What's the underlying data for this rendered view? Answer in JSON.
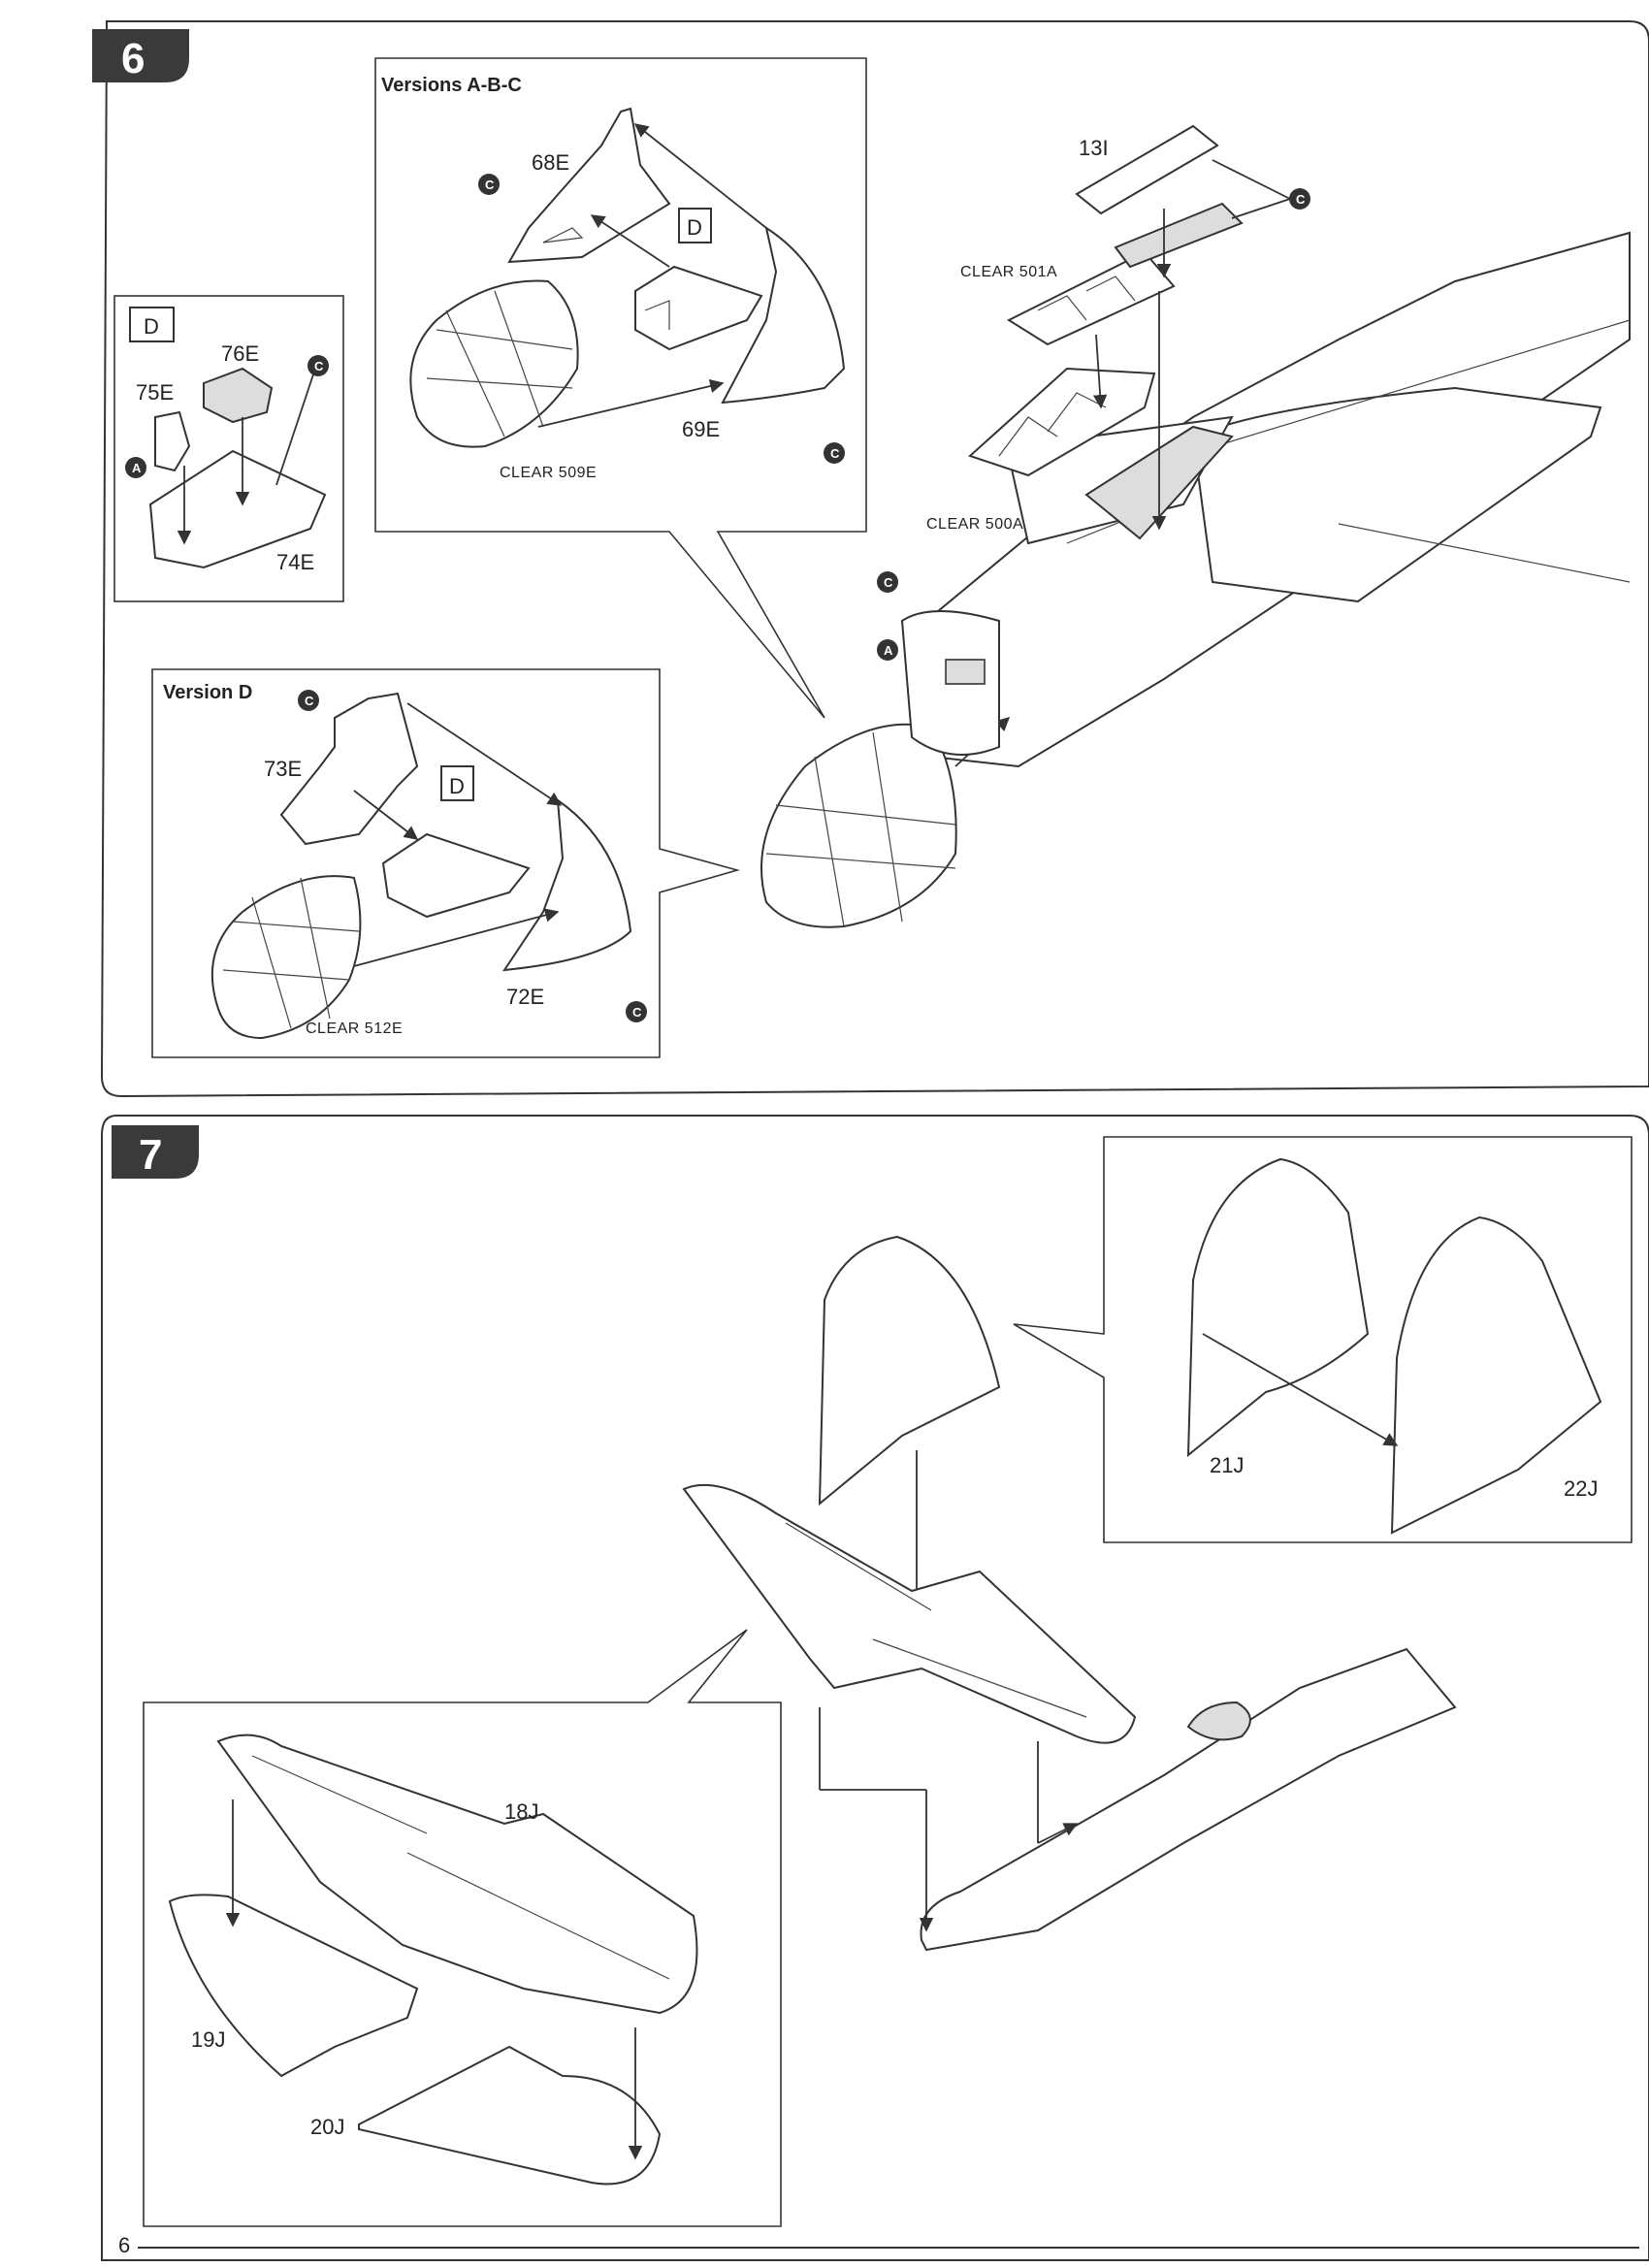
{
  "page_number": "6",
  "steps": [
    {
      "number": "6",
      "insets": [
        {
          "title": "Versions A-B-C",
          "box_letter": "D"
        },
        {
          "title": "Version D",
          "box_letter": "D"
        },
        {
          "title": "",
          "box_letter": "D"
        }
      ],
      "parts": {
        "p68": "68E",
        "p69": "69E",
        "p509": "CLEAR 509E",
        "p73": "73E",
        "p72": "72E",
        "p512": "CLEAR 512E",
        "p76": "76E",
        "p75": "75E",
        "p74": "74E",
        "p13": "13I",
        "p501": "CLEAR 501A",
        "p500": "CLEAR 500A"
      },
      "callout_letters": {
        "c": "C",
        "a": "A"
      }
    },
    {
      "number": "7",
      "parts": {
        "p18": "18J",
        "p19": "19J",
        "p20": "20J",
        "p21": "21J",
        "p22": "22J"
      }
    }
  ]
}
